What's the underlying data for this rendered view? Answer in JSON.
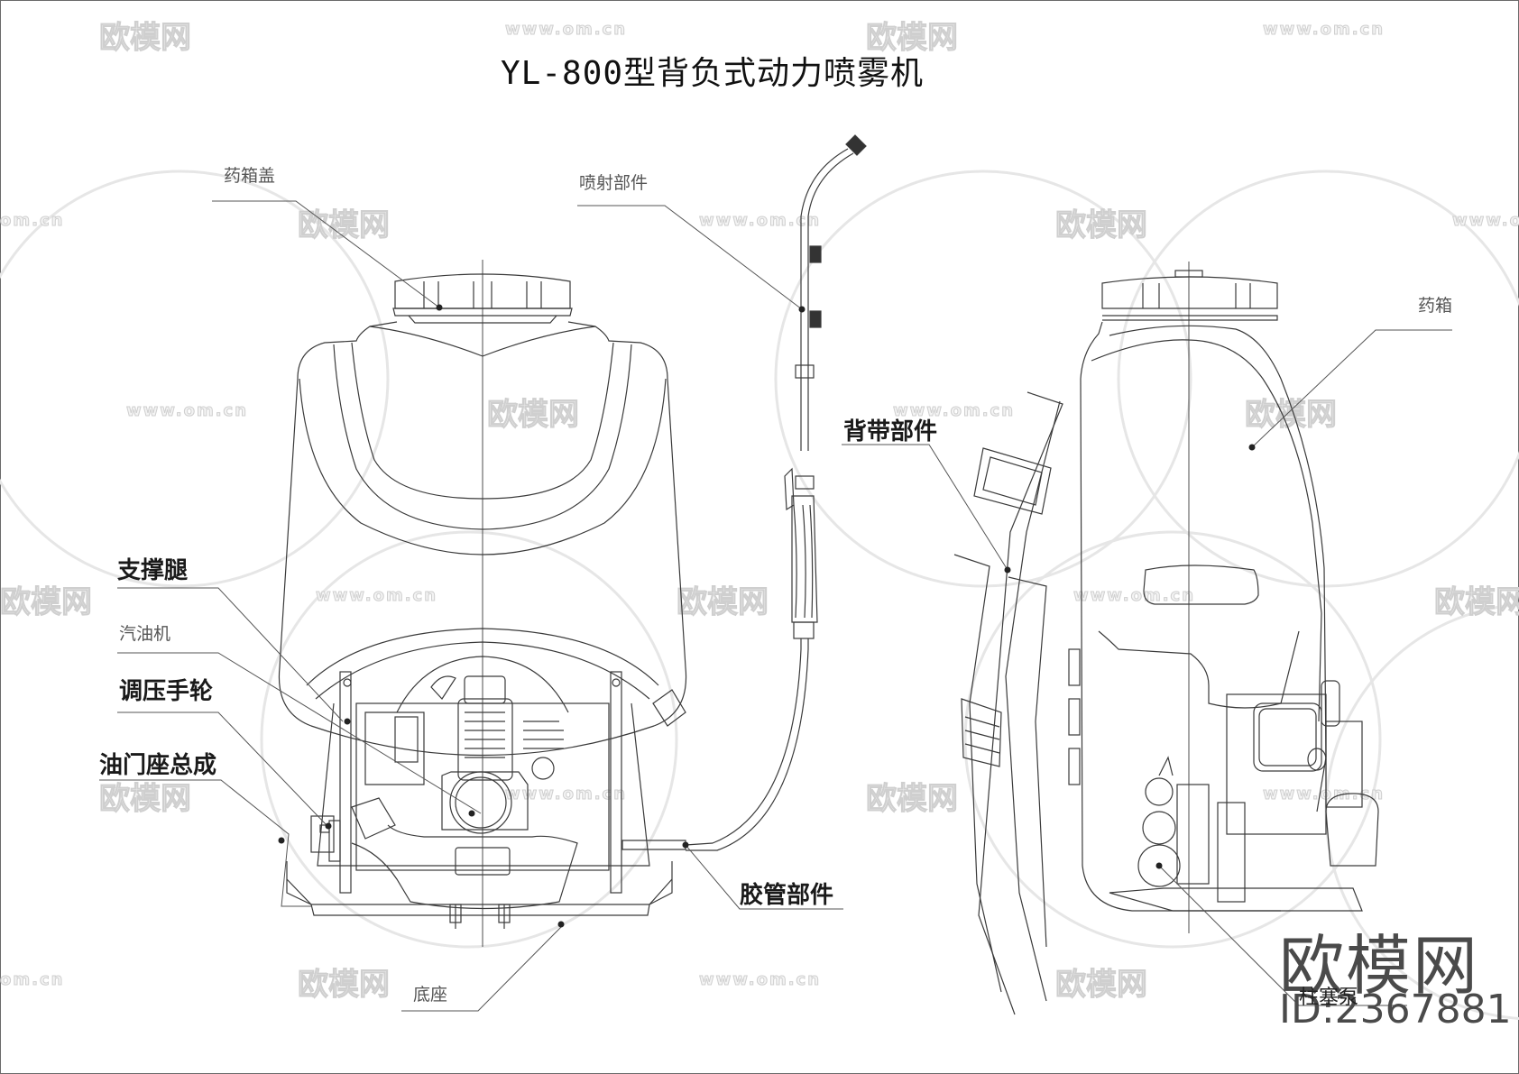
{
  "title": "YL-800型背负式动力喷雾机",
  "labels": {
    "tank_cap": "药箱盖",
    "spray_assembly": "喷射部件",
    "strap_assembly": "背带部件",
    "tank": "药箱",
    "support_leg": "支撑腿",
    "gasoline_engine": "汽油机",
    "pressure_handwheel": "调压手轮",
    "throttle_seat_assembly": "油门座总成",
    "hose_assembly": "胶管部件",
    "base": "底座",
    "plunger_pump": "柱塞泵"
  },
  "watermark": {
    "logo_text": "欧模网",
    "url_text": "www.om.cn",
    "url_fragment": "om.cn",
    "brand": "欧模网",
    "id_text": "ID:2367881"
  },
  "colors": {
    "line": "#3a3a3a",
    "watermark": "#d8d8d8",
    "background": "#ffffff"
  }
}
